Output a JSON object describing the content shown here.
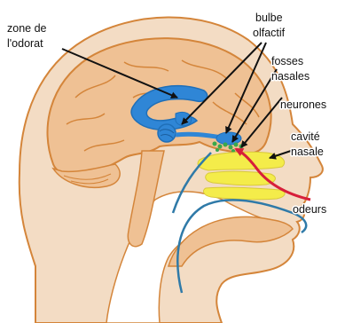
{
  "labels": {
    "zone_odorat": [
      "zone de",
      "l'odorat"
    ],
    "bulbe_olfactif": [
      "bulbe",
      "olfactif"
    ],
    "fosses_nasales": [
      "fosses",
      "nasales"
    ],
    "neurones": "neurones",
    "cavite_nasale": [
      "cavité",
      "nasale"
    ],
    "odeurs": "odeurs"
  },
  "colors": {
    "skin": "#f3dcc4",
    "outline": "#d4853a",
    "brain": "#efc194",
    "olfactory_structures": "#2f86d6",
    "nasal_bone": "#f4ec4a",
    "air_flow": "#d71f3a",
    "pointer_arrows": "#111111",
    "background": "#ffffff"
  }
}
